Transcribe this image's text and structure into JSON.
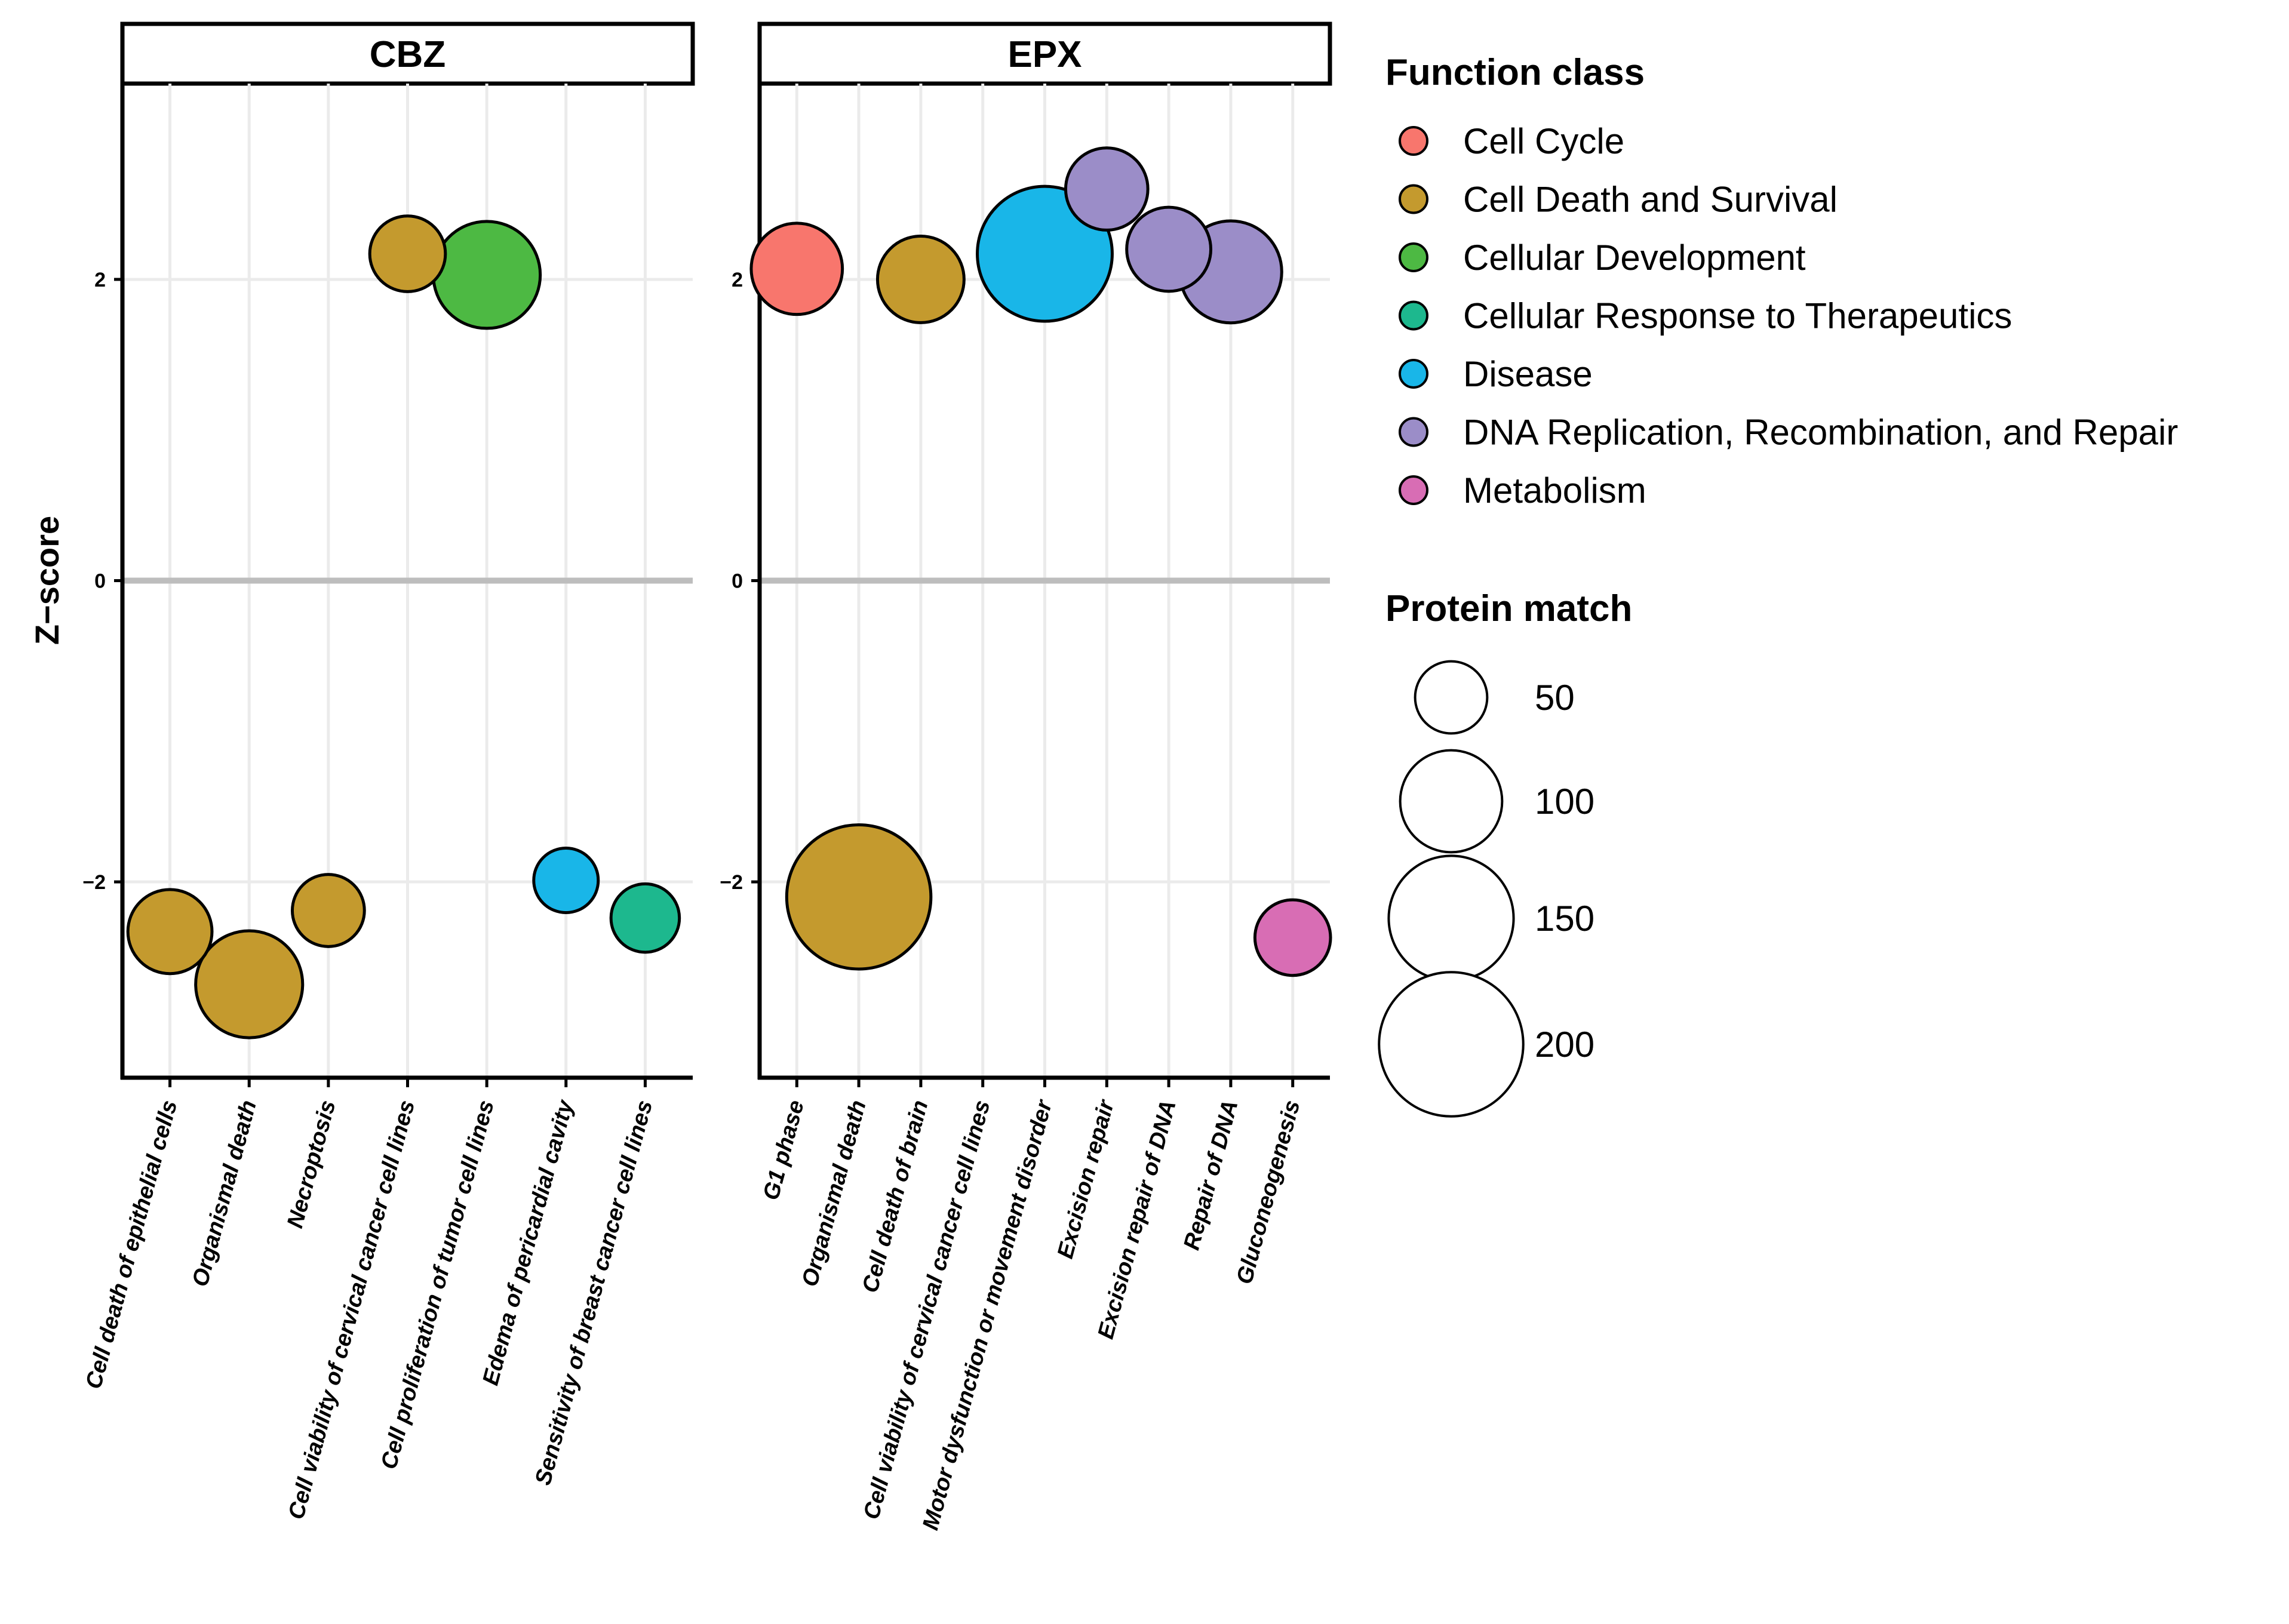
{
  "chart_data": {
    "type": "scatter",
    "ylabel": "Z−score",
    "ylim": [
      -3.3,
      3.3
    ],
    "yticks": [
      -2,
      0,
      2
    ],
    "ytick_labels": [
      "−2",
      "0",
      "2"
    ],
    "panels": [
      {
        "name": "CBZ",
        "categories": [
          "Cell death of epithelial cells",
          "Organismal death",
          "Necroptosis",
          "Cell viability of cervical cancer cell lines",
          "Cell proliferation of tumor cell lines",
          "Edema of pericardial cavity",
          "Sensitivity of breast cancer cell lines"
        ],
        "points": [
          {
            "category": "Cell death of epithelial cells",
            "z": -2.33,
            "protein_match": 68,
            "function_class": "Cell Death and Survival"
          },
          {
            "category": "Organismal death",
            "z": -2.68,
            "protein_match": 110,
            "function_class": "Cell Death and Survival"
          },
          {
            "category": "Necroptosis",
            "z": -2.19,
            "protein_match": 50,
            "function_class": "Cell Death and Survival"
          },
          {
            "category": "Cell viability of cervical cancer cell lines",
            "z": 2.17,
            "protein_match": 55,
            "function_class": "Cell Death and Survival"
          },
          {
            "category": "Cell proliferation of tumor cell lines",
            "z": 2.03,
            "protein_match": 110,
            "function_class": "Cellular Development"
          },
          {
            "category": "Edema of pericardial cavity",
            "z": -1.99,
            "protein_match": 40,
            "function_class": "Disease"
          },
          {
            "category": "Sensitivity of breast cancer cell lines",
            "z": -2.24,
            "protein_match": 45,
            "function_class": "Cellular Response to Therapeutics"
          }
        ]
      },
      {
        "name": "EPX",
        "categories": [
          "G1 phase",
          "Organismal death",
          "Cell death of brain",
          "Cell viability of cervical cancer cell lines",
          "Motor dysfunction or movement disorder",
          "Excision repair",
          "Excision repair of DNA",
          "Repair of DNA",
          "Gluconeogenesis"
        ],
        "points": [
          {
            "category": "G1 phase",
            "z": 2.07,
            "protein_match": 80,
            "function_class": "Cell Cycle"
          },
          {
            "category": "Organismal death",
            "z": -2.1,
            "protein_match": 200,
            "function_class": "Cell Death and Survival"
          },
          {
            "category": "Cell death of brain",
            "z": 2.0,
            "protein_match": 72,
            "function_class": "Cell Death and Survival"
          },
          {
            "category": "Motor dysfunction or movement disorder",
            "z": 2.17,
            "protein_match": 175,
            "function_class": "Disease"
          },
          {
            "category": "Excision repair",
            "z": 2.6,
            "protein_match": 65,
            "function_class": "DNA Replication, Recombination, and Repair"
          },
          {
            "category": "Excision repair of DNA",
            "z": 2.2,
            "protein_match": 68,
            "function_class": "DNA Replication, Recombination, and Repair"
          },
          {
            "category": "Repair of DNA",
            "z": 2.05,
            "protein_match": 100,
            "function_class": "DNA Replication, Recombination, and Repair"
          },
          {
            "category": "Gluconeogenesis",
            "z": -2.37,
            "protein_match": 55,
            "function_class": "Metabolism"
          }
        ]
      }
    ],
    "legend": {
      "function_class": {
        "title": "Function class",
        "items": [
          {
            "label": "Cell Cycle",
            "color": "#F8766D"
          },
          {
            "label": "Cell Death and Survival",
            "color": "#C49A2E"
          },
          {
            "label": "Cellular Development",
            "color": "#4DB943"
          },
          {
            "label": "Cellular Response to Therapeutics",
            "color": "#1DB88E"
          },
          {
            "label": "Disease",
            "color": "#19B6E8"
          },
          {
            "label": "DNA Replication, Recombination, and Repair",
            "color": "#9B8DC8"
          },
          {
            "label": "Metabolism",
            "color": "#D86DB4"
          }
        ]
      },
      "protein_match": {
        "title": "Protein match",
        "items": [
          {
            "label": "50",
            "value": 50
          },
          {
            "label": "100",
            "value": 100
          },
          {
            "label": "150",
            "value": 150
          },
          {
            "label": "200",
            "value": 200
          }
        ]
      }
    },
    "grid": true,
    "legend_position": "right"
  }
}
